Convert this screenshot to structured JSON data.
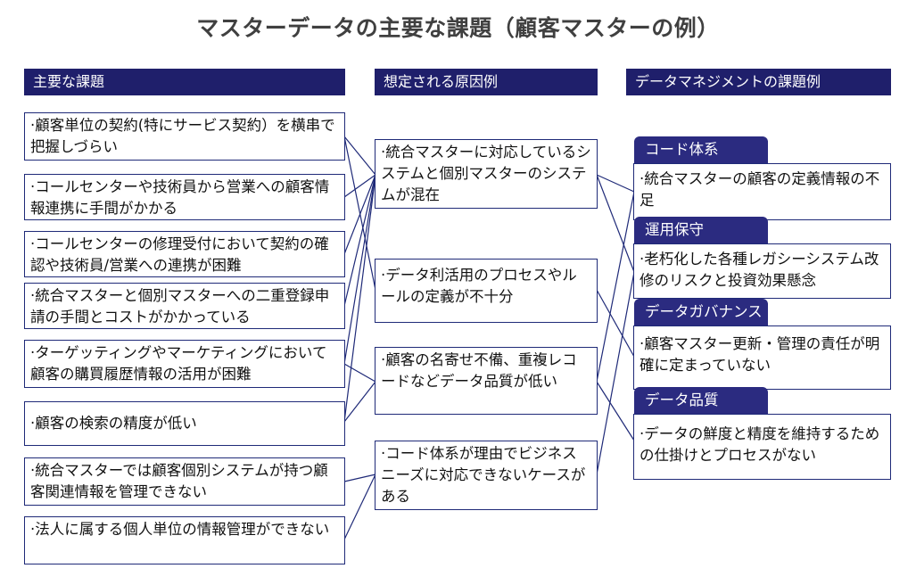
{
  "title": "マスターデータの主要な課題（顧客マスターの例）",
  "headers": {
    "issues": "主要な課題",
    "causes": "想定される原因例",
    "examples": "データマネジメントの課題例"
  },
  "issues": [
    "·顧客単位の契約(特にサービス契約）を横串で把握しづらい",
    "·コールセンターや技術員から営業への顧客情報連携に手間がかかる",
    "·コールセンターの修理受付において契約の確認や技術員/営業への連携が困難",
    "·統合マスターと個別マスターへの二重登録申請の手間とコストがかかっている",
    "·ターゲッティングやマーケティングにおいて顧客の購買履歴情報の活用が困難",
    "·顧客の検索の精度が低い",
    "·統合マスターでは顧客個別システムが持つ顧客関連情報を管理できない",
    "·法人に属する個人単位の情報管理ができない"
  ],
  "causes": [
    "·統合マスターに対応しているシステムと個別マスターのシステムが混在",
    "·データ利活用のプロセスやルールの定義が不十分",
    "·顧客の名寄せ不備、重複レコードなどデータ品質が低い",
    "·コード体系が理由でビジネスニーズに対応できないケースがある"
  ],
  "examples": [
    {
      "tab": "コード体系",
      "text": "·統合マスターの顧客の定義情報の不足"
    },
    {
      "tab": "運用保守",
      "text": "·老朽化した各種レガシーシステム改修のリスクと投資効果懸念"
    },
    {
      "tab": "データガバナンス",
      "text": "·顧客マスター更新・管理の責任が明確に定まっていない"
    },
    {
      "tab": "データ品質",
      "text": "·データの鮮度と精度を維持するための仕掛けとプロセスがない"
    }
  ],
  "colors": {
    "header": "#1f1f6b",
    "tab": "#2b2b80",
    "border": "#1f2a78"
  }
}
